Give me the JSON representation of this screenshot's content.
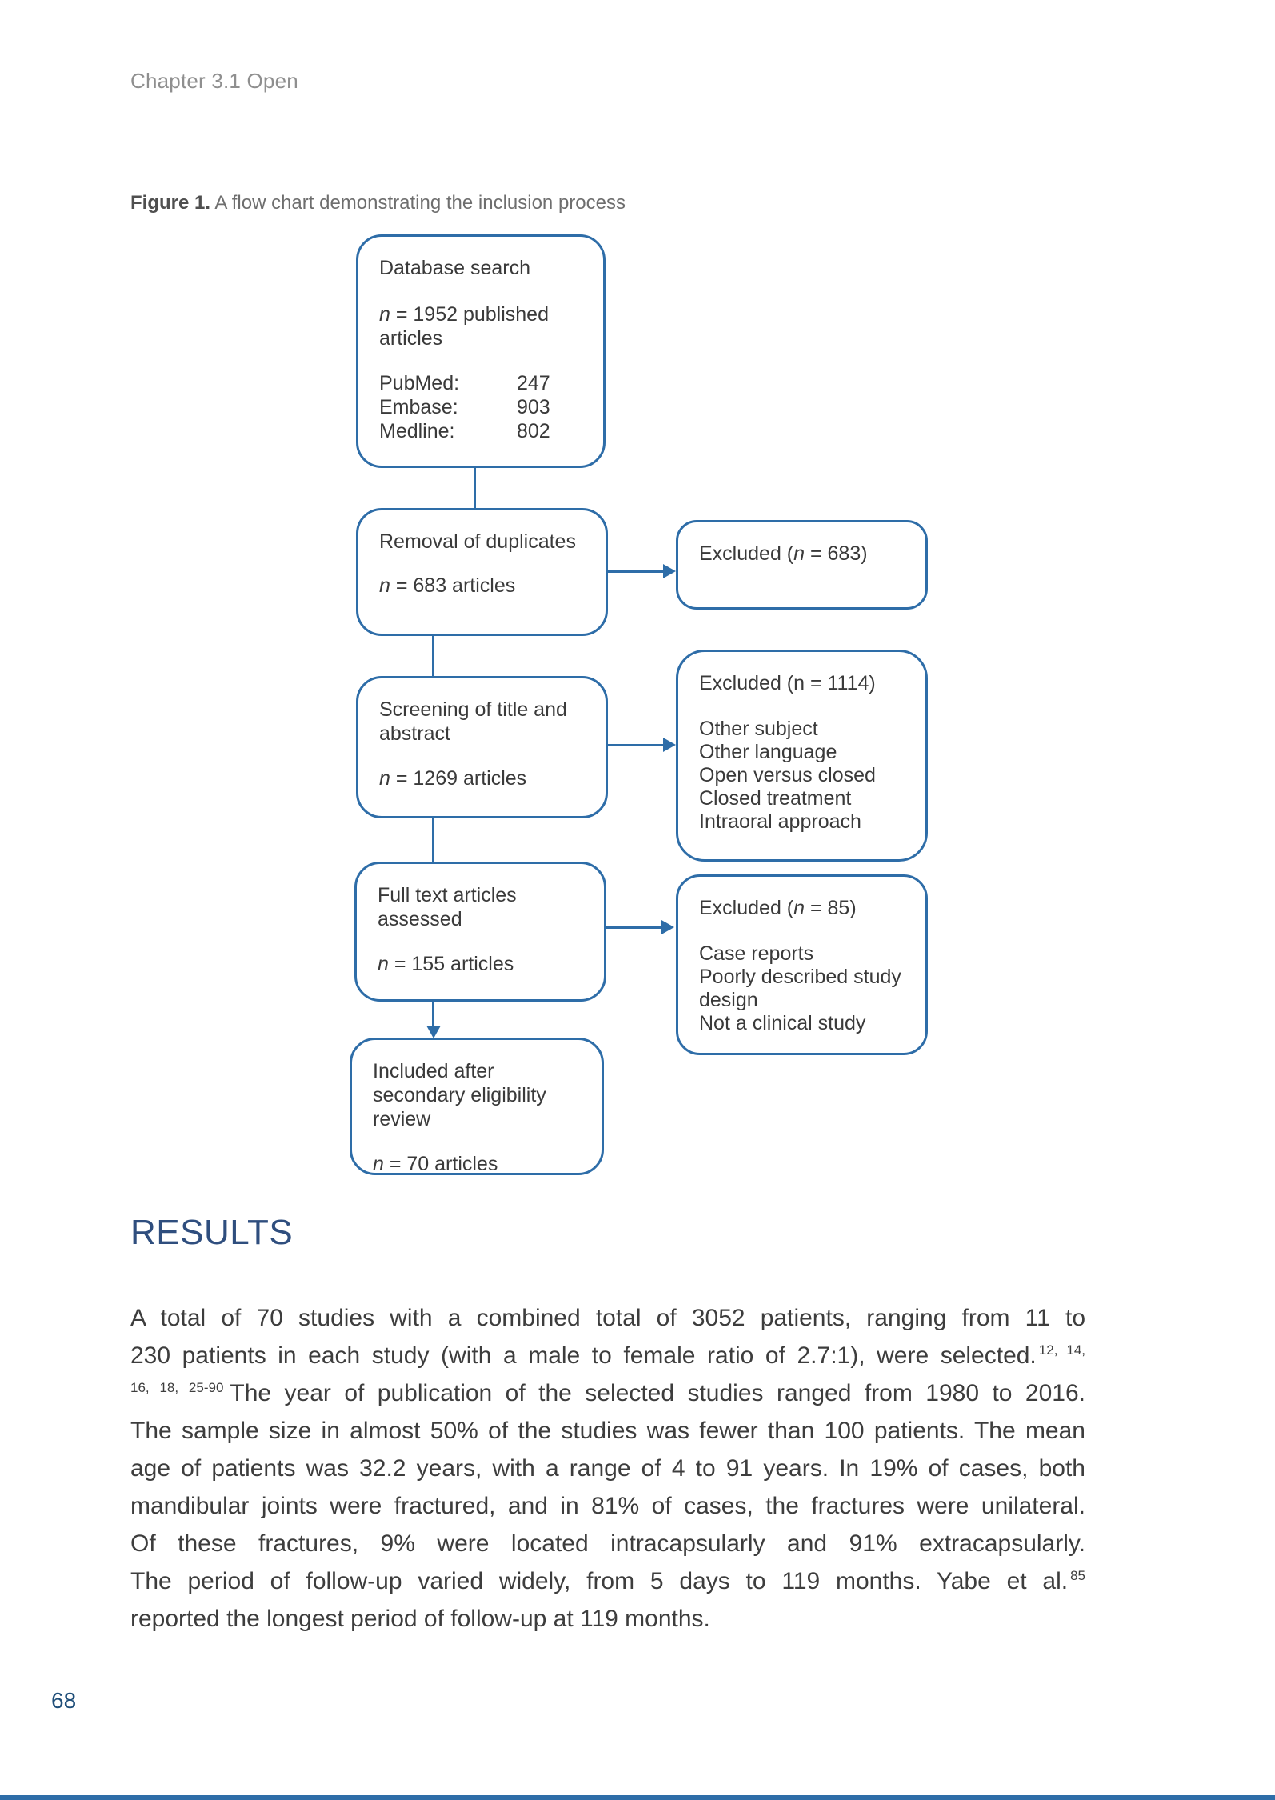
{
  "colors": {
    "accent_blue": "#2e6da8",
    "heading_blue": "#2f4e7e",
    "page_number_blue": "#1f4e79",
    "body_text": "#3d3d3d",
    "muted_gray": "#8f8f8f"
  },
  "header": {
    "chapter": "Chapter 3.1 Open"
  },
  "figure": {
    "label": "Figure 1.",
    "caption": " A flow chart demonstrating the inclusion process"
  },
  "flowchart": {
    "box1": {
      "title": "Database search",
      "n": "n",
      "n_rest": " = 1952 published articles",
      "stats": [
        {
          "label": "PubMed:",
          "value": "247"
        },
        {
          "label": "Embase:",
          "value": "903"
        },
        {
          "label": "Medline:",
          "value": "802"
        }
      ]
    },
    "box2": {
      "title": "Removal of duplicates",
      "n": "n",
      "n_rest": " = 683 articles"
    },
    "box3": {
      "title": "Screening of title and abstract",
      "n": "n",
      "n_rest": " = 1269 articles"
    },
    "box4": {
      "title": "Full text articles assessed",
      "n": "n",
      "n_rest": " = 155 articles"
    },
    "box5": {
      "title": "Included after secondary eligibility review",
      "n": "n",
      "n_rest": " = 70 articles"
    },
    "excluded1": {
      "pre": "Excluded (",
      "n": "n",
      "post": " = 683)"
    },
    "excluded2": {
      "heading": "Excluded (n = 1114)",
      "items": [
        "Other subject",
        "Other language",
        "Open versus closed",
        "Closed treatment",
        "Intraoral approach"
      ]
    },
    "excluded3": {
      "pre": "Excluded (",
      "n": "n",
      "post": " = 85)",
      "items": [
        "Case reports",
        "Poorly described study design",
        "Not a clinical study"
      ]
    }
  },
  "results": {
    "heading": "RESULTS",
    "lines": [
      {
        "text": "A total of 70 studies with a combined total of 3052 patients, ranging from 11 to"
      },
      {
        "text": "230 patients in each study (with a male to female ratio of 2.7:1), were selected.",
        "sup_after": "12, 14,"
      },
      {
        "sup_before": "16, 18, 25-90",
        "text": "The year of publication of the selected studies ranged from 1980 to 2016."
      },
      {
        "text": "The sample size in almost 50% of the studies was fewer than 100 patients. The mean"
      },
      {
        "text": "age of patients was 32.2 years, with a range of 4 to 91 years. In 19% of cases, both"
      },
      {
        "text": "mandibular joints were fractured, and in 81% of cases, the fractures were unilateral."
      },
      {
        "text": "Of these fractures, 9% were located intracapsularly and 91% extracapsularly."
      },
      {
        "text": "The period of follow-up varied widely, from 5 days to 119 months. Yabe et al.",
        "sup_after": "85"
      },
      {
        "text": "reported the longest period of follow-up at 119 months."
      }
    ]
  },
  "footer": {
    "page_number": "68"
  }
}
